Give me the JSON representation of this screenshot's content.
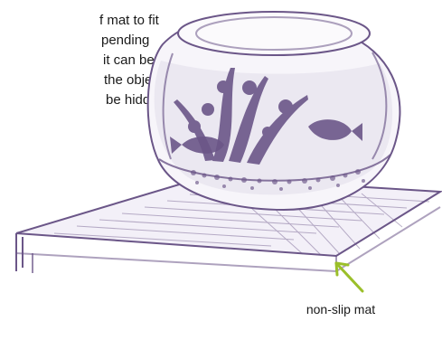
{
  "text_lines": [
    "f mat to fit",
    "pending",
    "it can be",
    "the object,",
    "be hidden."
  ],
  "callout": {
    "label": "non-slip mat"
  },
  "colors": {
    "illustration": "#6b5688",
    "arrow": "#9bbf2a",
    "text": "#1a1a1a"
  },
  "icons": {
    "illustration": "fishbowl-on-mat-illustration",
    "arrow": "callout-arrow"
  }
}
